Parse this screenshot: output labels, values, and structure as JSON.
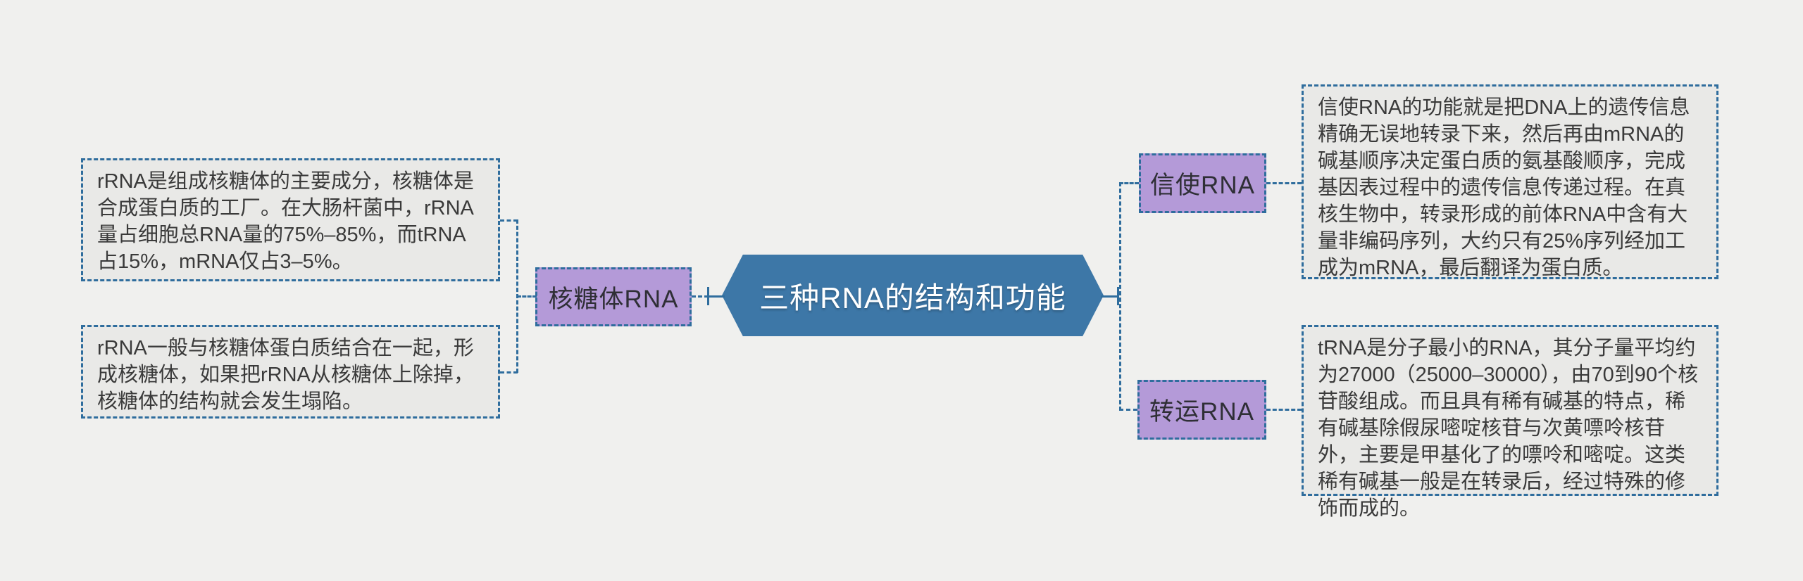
{
  "center": {
    "label": "三种RNA的结构和功能"
  },
  "left_branch": {
    "node_label": "核糖体RNA",
    "notes": [
      "rRNA是组成核糖体的主要成分，核糖体是合成蛋白质的工厂。在大肠杆菌中，rRNA量占细胞总RNA量的75%–85%，而tRNA占15%，mRNA仅占3–5%。",
      "rRNA一般与核糖体蛋白质结合在一起，形成核糖体，如果把rRNA从核糖体上除掉，核糖体的结构就会发生塌陷。"
    ]
  },
  "right_branches": [
    {
      "node_label": "信使RNA",
      "note": "信使RNA的功能就是把DNA上的遗传信息精确无误地转录下来，然后再由mRNA的碱基顺序决定蛋白质的氨基酸顺序，完成基因表过程中的遗传信息传递过程。在真核生物中，转录形成的前体RNA中含有大量非编码序列，大约只有25%序列经加工成为mRNA，最后翻译为蛋白质。"
    },
    {
      "node_label": "转运RNA",
      "note": "tRNA是分子最小的RNA，其分子量平均约为27000（25000–30000），由70到90个核苷酸组成。而且具有稀有碱基的特点，稀有碱基除假尿嘧啶核苷与次黄嘌呤核苷外，主要是甲基化了的嘌呤和嘧啶。这类稀有碱基一般是在转录后，经过特殊的修饰而成的。"
    }
  ],
  "colors": {
    "background": "#f0f0ee",
    "note_fill": "#e9e9e7",
    "node_purple": "#b49ad8",
    "node_blue": "#3d77a7",
    "line_blue": "#2f6d9d",
    "note_text": "#3a3a3a",
    "label_text": "#2f2f36",
    "title_text": "#ffffff"
  }
}
